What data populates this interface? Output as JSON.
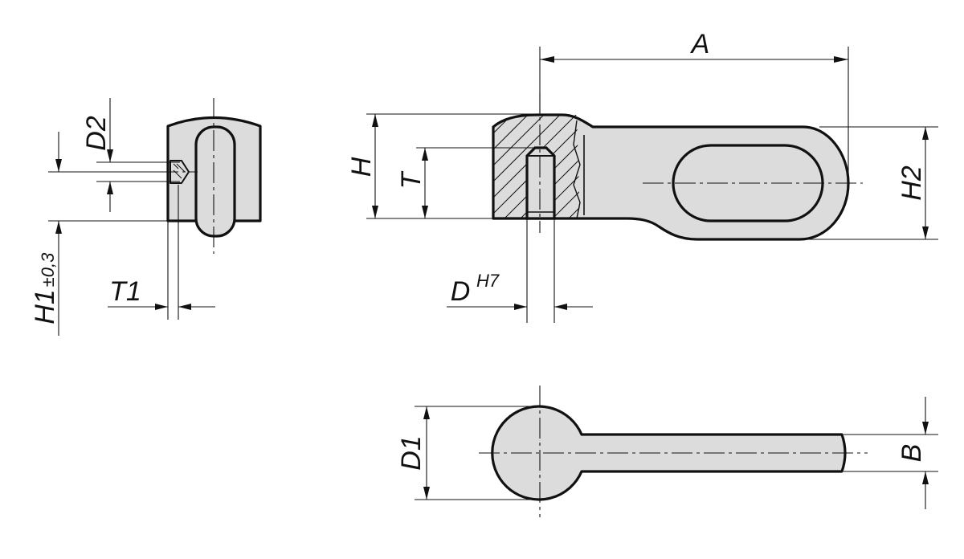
{
  "dimensions": {
    "A": "A",
    "H": "H",
    "T": "T",
    "H2": "H2",
    "D": "D",
    "D_tolerance": "H7",
    "D1": "D1",
    "B": "B",
    "D2": "D2",
    "T1": "T1",
    "H1": "H1",
    "H1_tolerance": "±0,3"
  },
  "colors": {
    "part_fill": "#dcdcdc",
    "line": "#111111",
    "background": "#ffffff"
  }
}
